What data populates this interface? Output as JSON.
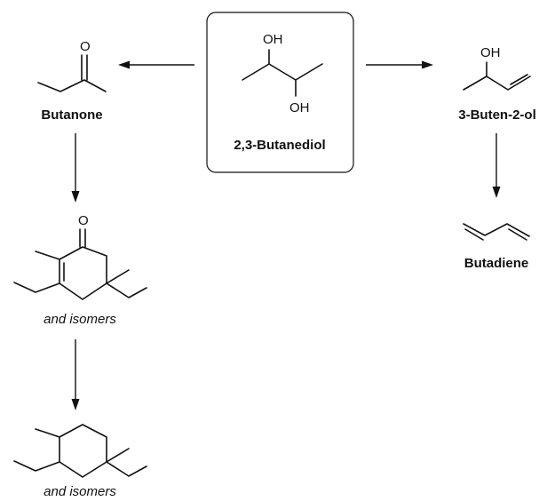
{
  "compounds": {
    "butanediol": {
      "name": "2,3-Butanediol",
      "oh_top": "OH",
      "oh_bottom": "OH"
    },
    "butanone": {
      "name": "Butanone",
      "oxygen": "O"
    },
    "butenol": {
      "name": "3-Buten-2-ol",
      "oh": "OH"
    },
    "butadiene": {
      "name": "Butadiene"
    },
    "cyclohexenone": {
      "oxygen": "O",
      "note": "and isomers"
    },
    "cyclohexane": {
      "note": "and isomers"
    }
  },
  "colors": {
    "ink": "#111111",
    "background": "#ffffff"
  }
}
